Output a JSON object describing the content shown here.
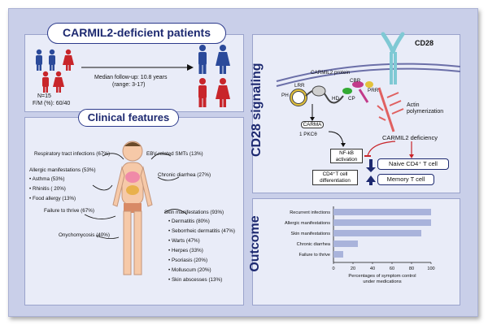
{
  "patients": {
    "title": "CARMIL2-deficient patients",
    "followup_line1": "Median follow-up: 10.8 years",
    "followup_line2": "(range: 3-17)",
    "n": "N=15",
    "fm": "F/M (%): 60/40"
  },
  "signaling": {
    "title": "CD28 signaling",
    "cd28": "CD28",
    "carmil2_protein": "CARMIL2 protein",
    "domains": {
      "lrr": "LRR",
      "ph": "PH",
      "hd": "HD",
      "cbr": "CBR",
      "cp": "CP",
      "prr": "PRR"
    },
    "actin_line1": "Actin",
    "actin_line2": "polymerization",
    "carma": "CARMA",
    "pkco": "1 PKCθ",
    "nfkb_line1": "NF-kB",
    "nfkb_line2": "activation",
    "cd4_line1": "CD4⁺T cell",
    "cd4_line2": "differentiation",
    "deficiency": "CARMIL2 deficiency",
    "naive": "Naive CD4⁺ T cell",
    "memory": "Memory T cell"
  },
  "clinical": {
    "title": "Clinical features",
    "left": [
      "Respiratory tract infections (67%)",
      "Allergic manifestations (53%)",
      "• Asthma (53%)",
      "• Rhinitis ( 20%)",
      "• Food allergy (13%)",
      "Failure to thrive (67%)",
      "Onychomycosis (40%)"
    ],
    "right": [
      "EBV-related SMTs (13%)",
      "Chronic diarrhea (27%)",
      "Skin manifestations (93%)",
      "• Dermatitis (80%)",
      "• Seborrheic dermatitis (47%)",
      "• Warts (47%)",
      "• Herpes (33%)",
      "• Psoriasis (20%)",
      "• Molluscum (20%)",
      "• Skin abscesses (13%)"
    ]
  },
  "outcome": {
    "title": "Outcome",
    "chart_data": {
      "type": "bar",
      "orientation": "horizontal",
      "categories": [
        "Recurrent infections",
        "Allergic manifestations",
        "Skin manifestations",
        "Chronic diarrhea",
        "Failure to thrive"
      ],
      "values": [
        100,
        100,
        90,
        25,
        10
      ],
      "xticks": [
        "0",
        "20",
        "40",
        "60",
        "80",
        "100"
      ],
      "xlim": [
        0,
        100
      ],
      "xlabel_line1": "Percentages of symptom control",
      "xlabel_line2": "under medications",
      "bar_color": "#a9b3db"
    }
  },
  "colors": {
    "navy": "#1d2970",
    "female_red": "#c8252a",
    "male_blue": "#2b4a9a",
    "receptor_teal": "#7fc9d4",
    "actin_red": "#e06060"
  }
}
